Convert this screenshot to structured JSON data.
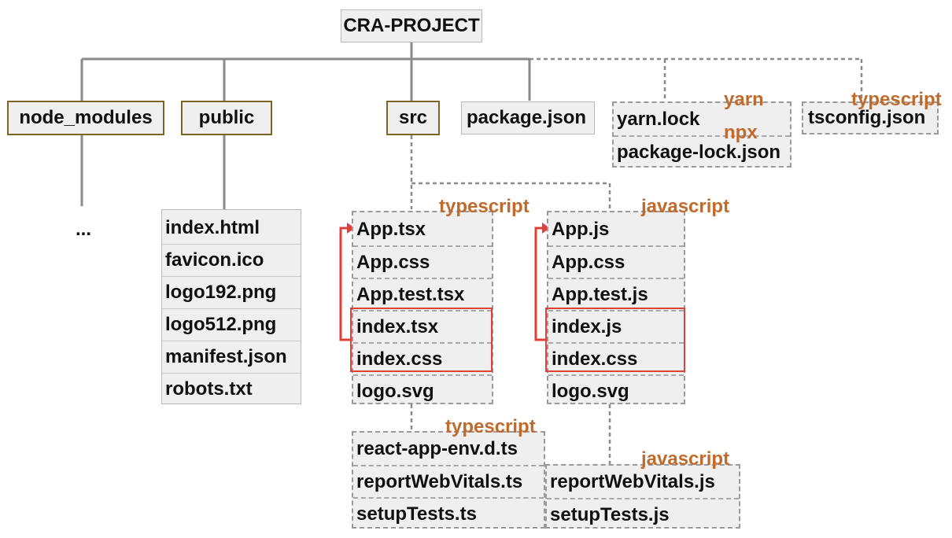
{
  "root": {
    "label": "CRA-PROJECT"
  },
  "top_level": {
    "node_modules": "node_modules",
    "public": "public",
    "src": "src",
    "package_json": "package.json",
    "yarn_lock": "yarn.lock",
    "package_lock": "package-lock.json",
    "tsconfig": "tsconfig.json"
  },
  "node_modules_children": "...",
  "public_files": [
    "index.html",
    "favicon.ico",
    "logo192.png",
    "logo512.png",
    "manifest.json",
    "robots.txt"
  ],
  "src_ts_files": [
    "App.tsx",
    "App.css",
    "App.test.tsx",
    "index.tsx",
    "index.css",
    "logo.svg"
  ],
  "src_js_files": [
    "App.js",
    "App.css",
    "App.test.js",
    "index.js",
    "index.css",
    "logo.svg"
  ],
  "ts_extra_files": [
    "react-app-env.d.ts",
    "reportWebVitals.ts",
    "setupTests.ts"
  ],
  "js_extra_files": [
    "reportWebVitals.js",
    "setupTests.js"
  ],
  "tags": {
    "yarn": "yarn",
    "npx": "npx",
    "typescript_top": "typescript",
    "typescript_src": "typescript",
    "javascript_src": "javascript",
    "typescript_extra": "typescript",
    "javascript_extra": "javascript"
  },
  "colors": {
    "tag": "#c06a2b",
    "folder_border": "#7a6428",
    "highlight": "#e0403a",
    "line": "#8a8a8a"
  }
}
